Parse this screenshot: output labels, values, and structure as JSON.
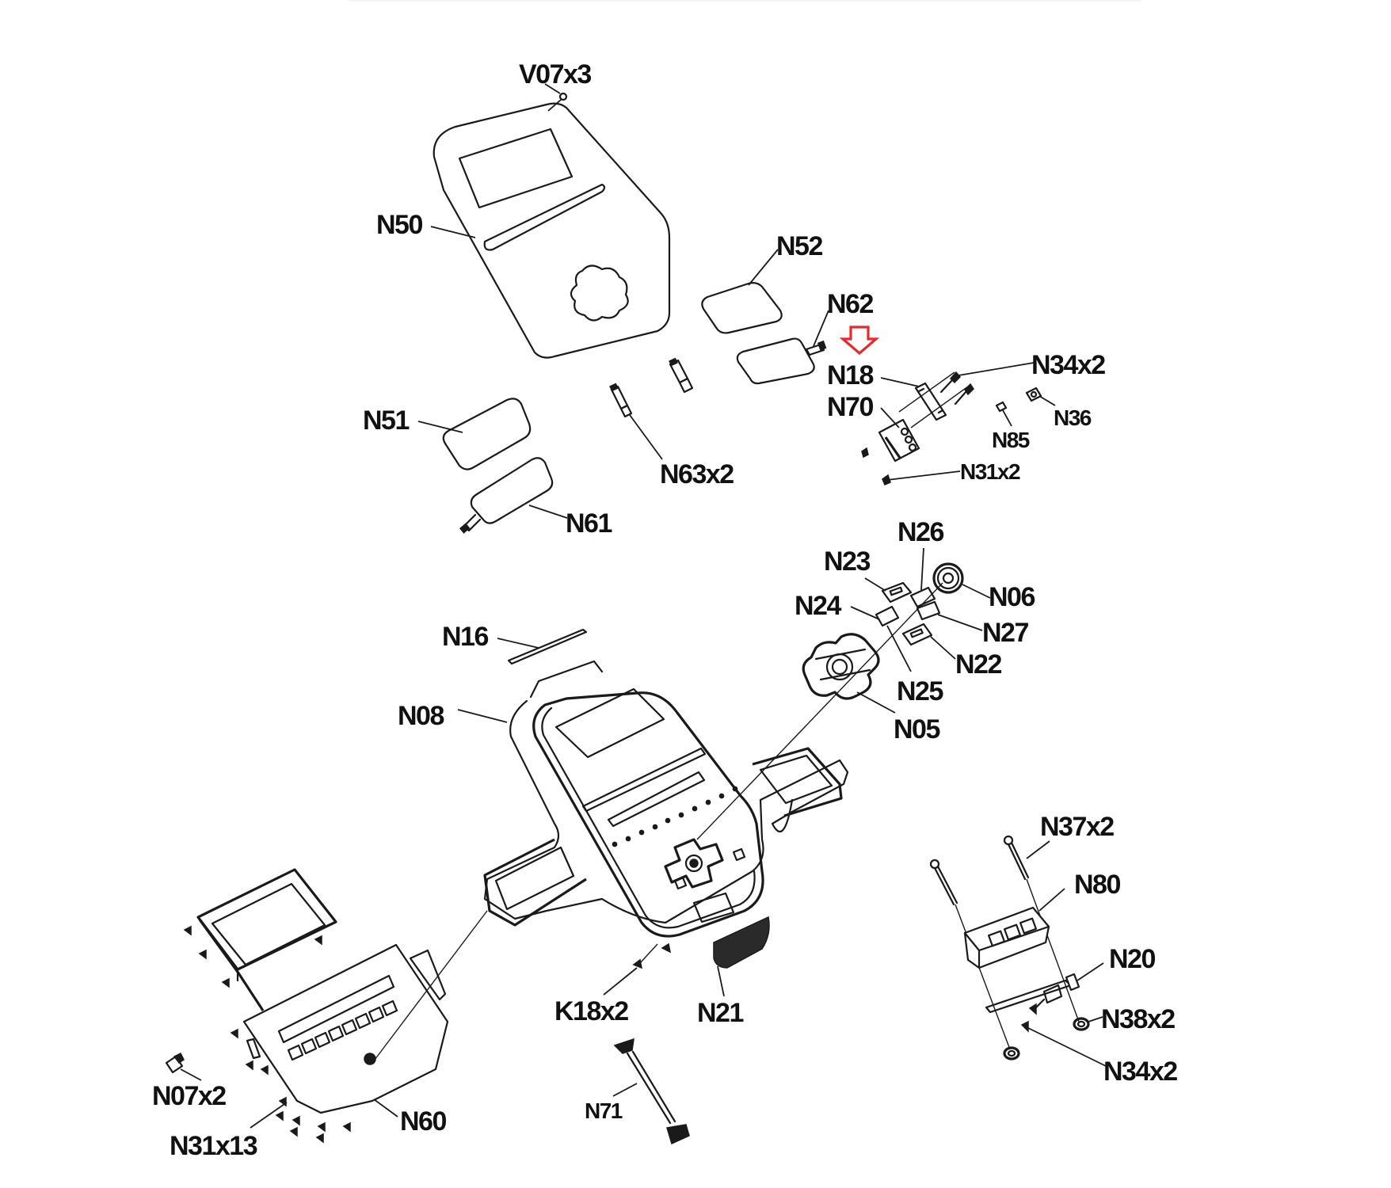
{
  "diagram": {
    "title": "Console exploded parts diagram",
    "highlight_color": "#e52a2a",
    "highlighted_part": "N18",
    "labels": {
      "v07": "V07x3",
      "n50": "N50",
      "n52": "N52",
      "n62": "N62",
      "n18": "N18",
      "n70": "N70",
      "n34_top": "N34x2",
      "n36": "N36",
      "n85": "N85",
      "n31_top": "N31x2",
      "n51": "N51",
      "n63": "N63x2",
      "n61": "N61",
      "n26": "N26",
      "n23": "N23",
      "n06": "N06",
      "n24": "N24",
      "n27": "N27",
      "n22": "N22",
      "n25": "N25",
      "n05": "N05",
      "n16": "N16",
      "n08": "N08",
      "n37": "N37x2",
      "n80": "N80",
      "n20": "N20",
      "n38": "N38x2",
      "n34_bottom": "N34x2",
      "k18": "K18x2",
      "n21": "N21",
      "n71": "N71",
      "n07": "N07x2",
      "n60": "N60",
      "n31_bottom": "N31x13"
    }
  }
}
